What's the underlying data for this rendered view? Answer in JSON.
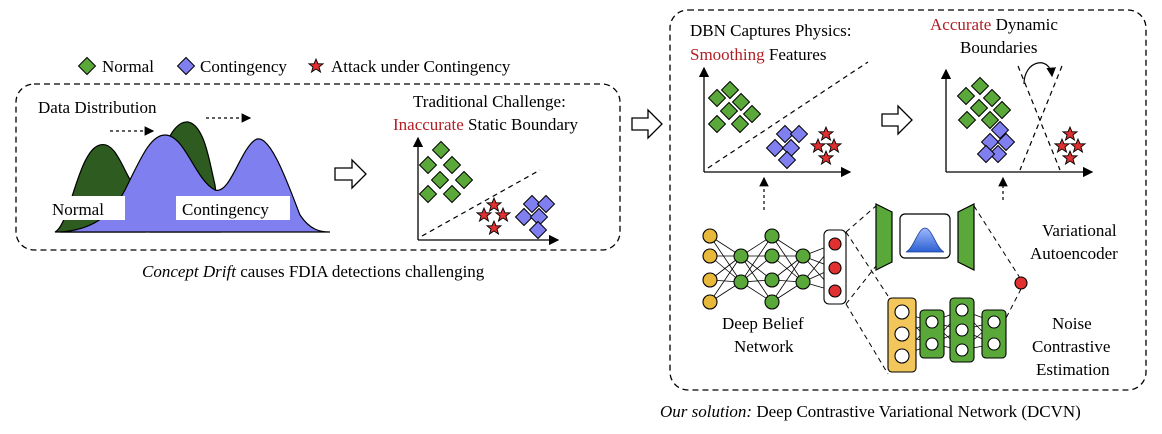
{
  "legend": {
    "normal": "Normal",
    "contingency": "Contingency",
    "attack": "Attack under Contingency"
  },
  "left_panel": {
    "data_distribution": "Data Distribution",
    "normal_label": "Normal",
    "contingency_label": "Contingency",
    "challenge_title_line1": "Traditional Challenge:",
    "challenge_red": "Inaccurate",
    "challenge_rest": " Static Boundary",
    "caption_italic": "Concept Drift",
    "caption_rest": " causes FDIA detections challenging"
  },
  "right_panel": {
    "dbn_title_line1": "DBN Captures Physics:",
    "dbn_red": "Smoothing",
    "dbn_rest": " Features",
    "accurate_red": "Accurate",
    "accurate_rest": " Dynamic",
    "accurate_line2": "Boundaries",
    "vae_line1": "Variational",
    "vae_line2": "Autoencoder",
    "dbn_line1": "Deep Belief",
    "dbn_line2": "Network",
    "nce_line1": "Noise",
    "nce_line2": "Contrastive",
    "nce_line3": "Estimation",
    "caption_italic": "Our solution:",
    "caption_rest": " Deep Contrastive Variational Network (DCVN)"
  },
  "colors": {
    "normal_green": "#5aa83a",
    "contingency_blue": "#7f7ff0",
    "attack_red": "#e03030",
    "dark_green": "#2e5b1f",
    "highlight_red": "#b01e23",
    "input_node": "#e8b83a"
  }
}
